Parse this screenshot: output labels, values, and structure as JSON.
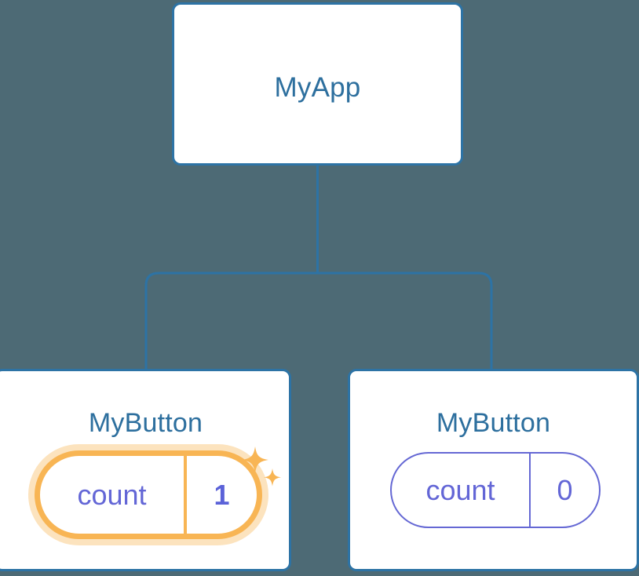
{
  "diagram": {
    "type": "component-tree",
    "background_color": "#4d6a75",
    "node_border_color": "#2d73a5",
    "node_fill_color": "#ffffff",
    "label_color": "#2d6f9e",
    "state_color": "#6366d6",
    "highlight_color": "#f8b554",
    "highlight_glow_color": "rgba(248,181,84,0.38)",
    "root": {
      "label": "MyApp"
    },
    "children": [
      {
        "label": "MyButton",
        "state": {
          "key": "count",
          "value": "1"
        },
        "highlighted": true,
        "sparkle_large": "sparkle-icon",
        "sparkle_small": "sparkle-icon"
      },
      {
        "label": "MyButton",
        "state": {
          "key": "count",
          "value": "0"
        },
        "highlighted": false
      }
    ],
    "edges": [
      {
        "from": "MyApp",
        "to": "MyButton"
      },
      {
        "from": "MyApp",
        "to": "MyButton"
      }
    ]
  }
}
